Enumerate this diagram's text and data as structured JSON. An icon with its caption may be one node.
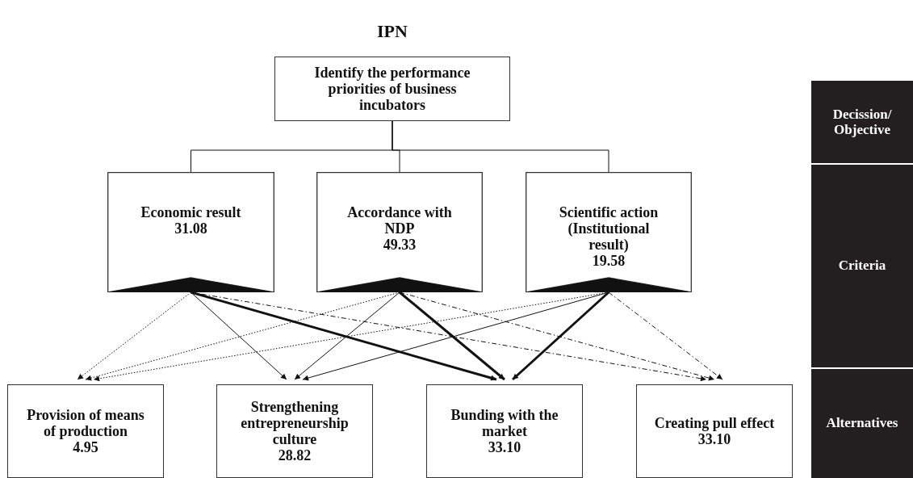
{
  "diagram": {
    "title": "IPN",
    "nodes": [
      {
        "text": [
          "Identify the performance priorities of business incubators"
        ]
      },
      {
        "text": [
          "Economic result",
          "31.08"
        ]
      },
      {
        "text": [
          "Accordance with NDP",
          "49.33"
        ]
      },
      {
        "text": [
          "Scientific action (Institutional result)",
          "19.58"
        ]
      },
      {
        "text": [
          "Provision of means of production",
          "4.95"
        ]
      },
      {
        "text": [
          "Strengthening entrepreneurship culture",
          "28.82"
        ]
      },
      {
        "text": [
          "Bunding with the market",
          "33.10"
        ]
      },
      {
        "text": [
          "Creating pull effect",
          "33.10"
        ]
      },
      {
        "text": [
          "Decission/ Objective"
        ]
      },
      {
        "text": [
          "Criteria"
        ]
      },
      {
        "text": [
          "Alternatives"
        ]
      }
    ],
    "edges": [
      {
        "from": 0,
        "to": 1,
        "arrow": "none"
      },
      {
        "from": 0,
        "to": 2,
        "arrow": "none"
      },
      {
        "from": 0,
        "to": 3,
        "arrow": "none"
      },
      {
        "from": 1,
        "to": 4,
        "arrow": "to",
        "style": "dashed"
      },
      {
        "from": 1,
        "to": 5,
        "arrow": "to"
      },
      {
        "from": 1,
        "to": 6,
        "arrow": "to",
        "style": "thick"
      },
      {
        "from": 1,
        "to": 7,
        "arrow": "to",
        "style": "dashed"
      },
      {
        "from": 2,
        "to": 4,
        "arrow": "to",
        "style": "dashed"
      },
      {
        "from": 2,
        "to": 5,
        "arrow": "to"
      },
      {
        "from": 2,
        "to": 6,
        "arrow": "to",
        "style": "thick"
      },
      {
        "from": 2,
        "to": 7,
        "arrow": "to",
        "style": "dashed"
      },
      {
        "from": 3,
        "to": 4,
        "arrow": "to",
        "style": "dashed"
      },
      {
        "from": 3,
        "to": 5,
        "arrow": "to"
      },
      {
        "from": 3,
        "to": 6,
        "arrow": "to",
        "style": "thick"
      },
      {
        "from": 3,
        "to": 7,
        "arrow": "to",
        "style": "dashed"
      }
    ]
  }
}
